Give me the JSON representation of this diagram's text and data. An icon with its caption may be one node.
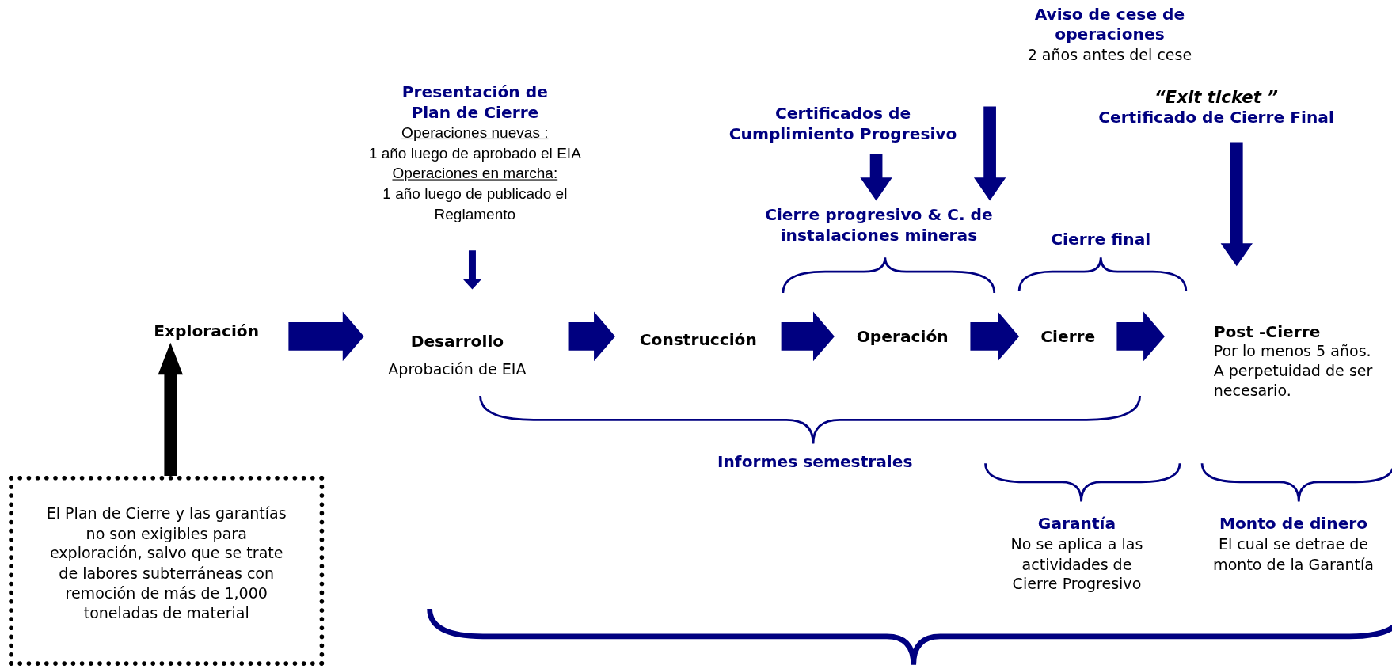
{
  "diagram": {
    "nodes": [
      {
        "text": [
          "Exploración"
        ]
      },
      {
        "text": [
          "Desarrollo"
        ],
        "beside": [
          "Aprobación de EIA"
        ]
      },
      {
        "text": [
          "Construcción"
        ]
      },
      {
        "text": [
          "Operación"
        ]
      },
      {
        "text": [
          "Cierre"
        ]
      },
      {
        "text": [
          "Post -Cierre",
          "Por lo menos 5 años. A perpetuidad de ser necesario."
        ]
      },
      {
        "text": [
          "El Plan de Cierre y las garantías no son exigibles para exploración, salvo que se trate de labores subterráneas con remoción de más de 1,000 toneladas de material"
        ]
      },
      {
        "text": [
          "Presentación de Plan de Cierre",
          "Operaciones nuevas :",
          "1 año luego de aprobado el EIA",
          "Operaciones en marcha:",
          "1 año luego de publicado el Reglamento"
        ]
      },
      {
        "text": [
          "Aviso de cese de operaciones",
          "2 años antes del cese"
        ]
      },
      {
        "text": [
          "Certificados de Cumplimiento Progresivo"
        ]
      },
      {
        "text": [
          "“Exit ticket ”",
          "Certificado de Cierre Final"
        ]
      },
      {
        "text": [
          "Cierre progresivo & C. de instalaciones mineras"
        ]
      },
      {
        "text": [
          "Cierre final"
        ]
      }
    ],
    "edges": [
      {
        "from": 0,
        "to": 1,
        "arrow": "to",
        "style": "thick"
      },
      {
        "from": 1,
        "to": 2,
        "arrow": "to",
        "style": "thick"
      },
      {
        "from": 2,
        "to": 3,
        "arrow": "to",
        "style": "thick"
      },
      {
        "from": 3,
        "to": 4,
        "arrow": "to",
        "style": "thick"
      },
      {
        "from": 4,
        "to": 5,
        "arrow": "to",
        "style": "thick"
      },
      {
        "from": 6,
        "to": 0,
        "arrow": "to",
        "style": "thick",
        "color": "#000000"
      },
      {
        "from": 7,
        "to": 1,
        "arrow": "to",
        "style": "thick"
      },
      {
        "from": 9,
        "to": 11,
        "arrow": "to",
        "style": "thick"
      },
      {
        "from": 8,
        "to": 11,
        "arrow": "to",
        "style": "thick"
      },
      {
        "from": 10,
        "to": 5,
        "arrow": "to",
        "style": "thick"
      }
    ],
    "labels": [
      "Informes semestrales",
      "Garantía",
      "No se aplica a las actividades de Cierre Progresivo",
      "Monto de dinero",
      "El cual se detrae de monto de la Garantía"
    ]
  }
}
